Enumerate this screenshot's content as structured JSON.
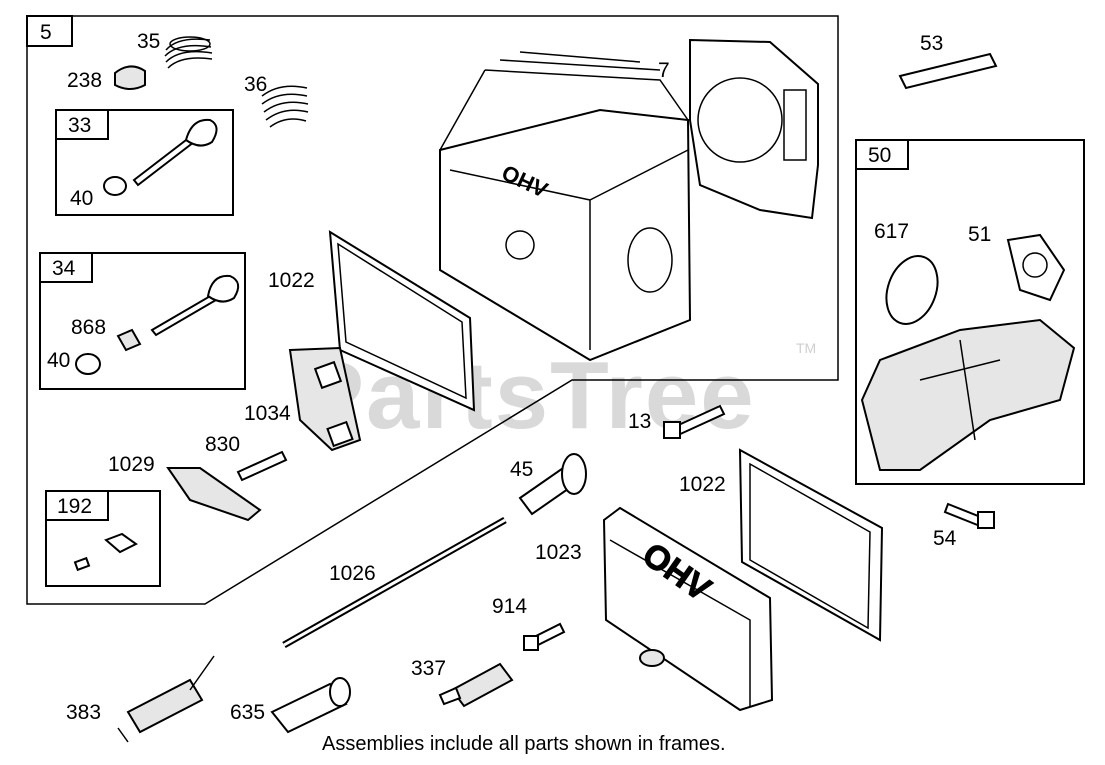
{
  "watermark": {
    "text": "PartsTree",
    "trademark": "TM"
  },
  "frames": {
    "f5": "5",
    "f33": "33",
    "f34": "34",
    "f192": "192",
    "f50": "50"
  },
  "callouts": {
    "c35": "35",
    "c238": "238",
    "c36": "36",
    "c33_40": "40",
    "c868": "868",
    "c34_40": "40",
    "c7": "7",
    "c1022a": "1022",
    "c1034": "1034",
    "c830": "830",
    "c1029": "1029",
    "c53": "53",
    "c617": "617",
    "c51": "51",
    "c13": "13",
    "c45": "45",
    "c1022b": "1022",
    "c54": "54",
    "c1023": "1023",
    "c1026": "1026",
    "c914": "914",
    "c337": "337",
    "c383": "383",
    "c635": "635"
  },
  "embossed": {
    "cover_text": "OHV",
    "head_text": "OHV"
  },
  "caption": "Assemblies include all parts shown in frames."
}
